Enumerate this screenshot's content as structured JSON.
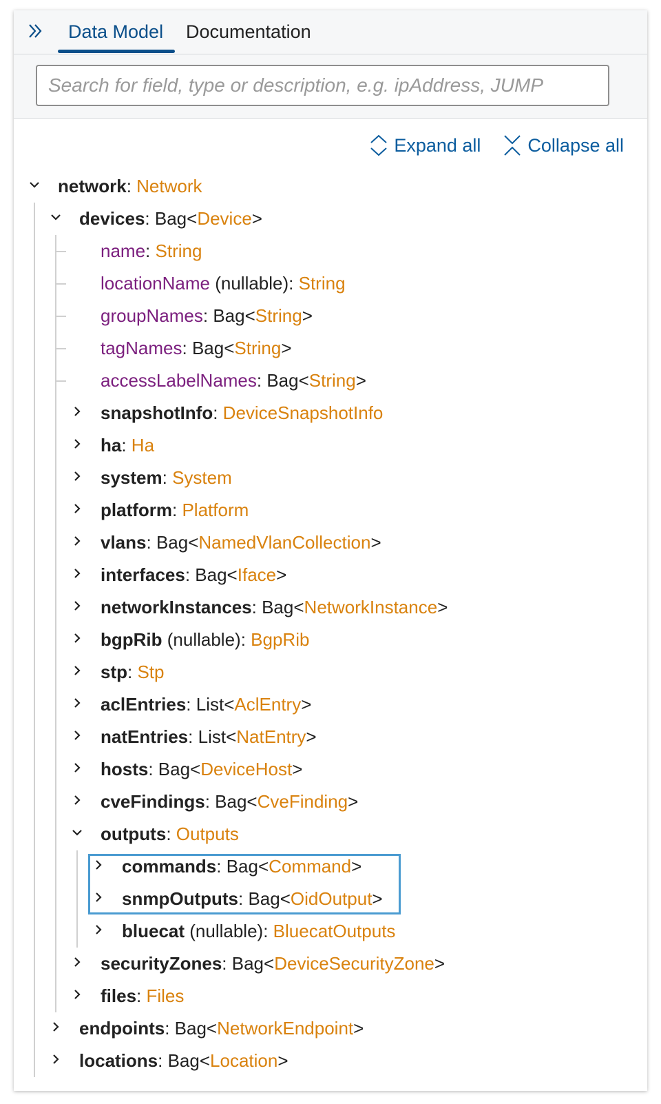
{
  "tabs": {
    "data_model": "Data Model",
    "documentation": "Documentation"
  },
  "icons": {
    "collapse_panel": "double-chevron-right-icon",
    "expand_all": "expand-icon",
    "collapse_all": "collapse-icon",
    "tree_collapsed": "chevron-right-icon",
    "tree_expanded": "chevron-down-icon"
  },
  "search": {
    "placeholder": "Search for field, type or description, e.g. ipAddress, JUMP",
    "value": ""
  },
  "actions": {
    "expand_all": "Expand all",
    "collapse_all": "Collapse all"
  },
  "colors": {
    "accent": "#0b4f8a",
    "link": "#0b5c9e",
    "type": "#d9820e",
    "leaf_field": "#7b1f7e",
    "highlight_border": "#4a9bd1"
  },
  "tree": [
    {
      "depth": 0,
      "state": "expanded",
      "name": "network",
      "leaf": false,
      "nullable": false,
      "prefix": "",
      "type": "Network",
      "suffix": ""
    },
    {
      "depth": 1,
      "state": "expanded",
      "name": "devices",
      "leaf": false,
      "nullable": false,
      "prefix": "Bag<",
      "type": "Device",
      "suffix": ">"
    },
    {
      "depth": 2,
      "state": "leaf",
      "name": "name",
      "leaf": true,
      "nullable": false,
      "prefix": "",
      "type": "String",
      "suffix": ""
    },
    {
      "depth": 2,
      "state": "leaf",
      "name": "locationName",
      "leaf": true,
      "nullable": true,
      "prefix": "",
      "type": "String",
      "suffix": ""
    },
    {
      "depth": 2,
      "state": "leaf",
      "name": "groupNames",
      "leaf": true,
      "nullable": false,
      "prefix": "Bag<",
      "type": "String",
      "suffix": ">"
    },
    {
      "depth": 2,
      "state": "leaf",
      "name": "tagNames",
      "leaf": true,
      "nullable": false,
      "prefix": "Bag<",
      "type": "String",
      "suffix": ">"
    },
    {
      "depth": 2,
      "state": "leaf",
      "name": "accessLabelNames",
      "leaf": true,
      "nullable": false,
      "prefix": "Bag<",
      "type": "String",
      "suffix": ">"
    },
    {
      "depth": 2,
      "state": "collapsed",
      "name": "snapshotInfo",
      "leaf": false,
      "nullable": false,
      "prefix": "",
      "type": "DeviceSnapshotInfo",
      "suffix": ""
    },
    {
      "depth": 2,
      "state": "collapsed",
      "name": "ha",
      "leaf": false,
      "nullable": false,
      "prefix": "",
      "type": "Ha",
      "suffix": ""
    },
    {
      "depth": 2,
      "state": "collapsed",
      "name": "system",
      "leaf": false,
      "nullable": false,
      "prefix": "",
      "type": "System",
      "suffix": ""
    },
    {
      "depth": 2,
      "state": "collapsed",
      "name": "platform",
      "leaf": false,
      "nullable": false,
      "prefix": "",
      "type": "Platform",
      "suffix": ""
    },
    {
      "depth": 2,
      "state": "collapsed",
      "name": "vlans",
      "leaf": false,
      "nullable": false,
      "prefix": "Bag<",
      "type": "NamedVlanCollection",
      "suffix": ">"
    },
    {
      "depth": 2,
      "state": "collapsed",
      "name": "interfaces",
      "leaf": false,
      "nullable": false,
      "prefix": "Bag<",
      "type": "Iface",
      "suffix": ">"
    },
    {
      "depth": 2,
      "state": "collapsed",
      "name": "networkInstances",
      "leaf": false,
      "nullable": false,
      "prefix": "Bag<",
      "type": "NetworkInstance",
      "suffix": ">"
    },
    {
      "depth": 2,
      "state": "collapsed",
      "name": "bgpRib",
      "leaf": false,
      "nullable": true,
      "prefix": "",
      "type": "BgpRib",
      "suffix": ""
    },
    {
      "depth": 2,
      "state": "collapsed",
      "name": "stp",
      "leaf": false,
      "nullable": false,
      "prefix": "",
      "type": "Stp",
      "suffix": ""
    },
    {
      "depth": 2,
      "state": "collapsed",
      "name": "aclEntries",
      "leaf": false,
      "nullable": false,
      "prefix": "List<",
      "type": "AclEntry",
      "suffix": ">"
    },
    {
      "depth": 2,
      "state": "collapsed",
      "name": "natEntries",
      "leaf": false,
      "nullable": false,
      "prefix": "List<",
      "type": "NatEntry",
      "suffix": ">"
    },
    {
      "depth": 2,
      "state": "collapsed",
      "name": "hosts",
      "leaf": false,
      "nullable": false,
      "prefix": "Bag<",
      "type": "DeviceHost",
      "suffix": ">"
    },
    {
      "depth": 2,
      "state": "collapsed",
      "name": "cveFindings",
      "leaf": false,
      "nullable": false,
      "prefix": "Bag<",
      "type": "CveFinding",
      "suffix": ">"
    },
    {
      "depth": 2,
      "state": "expanded",
      "name": "outputs",
      "leaf": false,
      "nullable": false,
      "prefix": "",
      "type": "Outputs",
      "suffix": ""
    },
    {
      "depth": 3,
      "state": "collapsed",
      "name": "commands",
      "leaf": false,
      "nullable": false,
      "prefix": "Bag<",
      "type": "Command",
      "suffix": ">"
    },
    {
      "depth": 3,
      "state": "collapsed",
      "name": "snmpOutputs",
      "leaf": false,
      "nullable": false,
      "prefix": "Bag<",
      "type": "OidOutput",
      "suffix": ">"
    },
    {
      "depth": 3,
      "state": "collapsed",
      "name": "bluecat",
      "leaf": false,
      "nullable": true,
      "prefix": "",
      "type": "BluecatOutputs",
      "suffix": ""
    },
    {
      "depth": 2,
      "state": "collapsed",
      "name": "securityZones",
      "leaf": false,
      "nullable": false,
      "prefix": "Bag<",
      "type": "DeviceSecurityZone",
      "suffix": ">"
    },
    {
      "depth": 2,
      "state": "collapsed",
      "name": "files",
      "leaf": false,
      "nullable": false,
      "prefix": "",
      "type": "Files",
      "suffix": ""
    },
    {
      "depth": 1,
      "state": "collapsed",
      "name": "endpoints",
      "leaf": false,
      "nullable": false,
      "prefix": "Bag<",
      "type": "NetworkEndpoint",
      "suffix": ">"
    },
    {
      "depth": 1,
      "state": "collapsed",
      "name": "locations",
      "leaf": false,
      "nullable": false,
      "prefix": "Bag<",
      "type": "Location",
      "suffix": ">"
    }
  ],
  "labels": {
    "nullable": " (nullable)",
    "separator": ": "
  }
}
